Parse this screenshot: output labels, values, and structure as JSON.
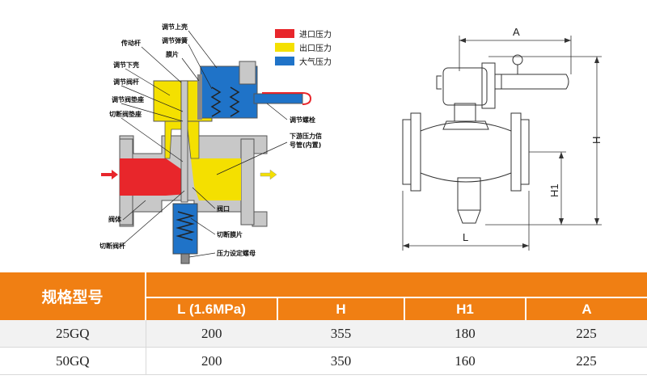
{
  "legend": {
    "inlet": {
      "label": "进口压力",
      "color": "#e8262b"
    },
    "outlet": {
      "label": "出口压力",
      "color": "#f4e000"
    },
    "atmos": {
      "label": "大气压力",
      "color": "#1f73c8"
    }
  },
  "part_labels": {
    "drive_rod": "传动杆",
    "upper_shell": "调节上壳",
    "reg_spring": "调节弹簧",
    "diaphragm": "膜片",
    "lower_shell": "调节下壳",
    "valve_rod": "调节阀杆",
    "valve_seat_pad": "调节阀垫座",
    "cutoff_seat_pad": "切断阀垫座",
    "adjust_bolt": "调节螺栓",
    "downstream_pipe_1": "下游压力信",
    "downstream_pipe_2": "号管(内置)",
    "valve_port": "阀口",
    "valve_body": "阀体",
    "cutoff_diaphragm": "切断膜片",
    "cutoff_rod": "切断阀杆",
    "pressure_screw": "压力设定螺母"
  },
  "dimensions": {
    "A": "A",
    "H": "H",
    "H1": "H1",
    "L": "L"
  },
  "table": {
    "header_main": "规格型号",
    "columns": [
      "L (1.6MPa)",
      "H",
      "H1",
      "A"
    ],
    "rows": [
      {
        "model": "25GQ",
        "values": [
          "200",
          "355",
          "180",
          "225"
        ]
      },
      {
        "model": "50GQ",
        "values": [
          "200",
          "350",
          "160",
          "225"
        ]
      }
    ]
  },
  "colors": {
    "header_orange": "#f07f13",
    "body_gray": "#c8c8c8"
  }
}
